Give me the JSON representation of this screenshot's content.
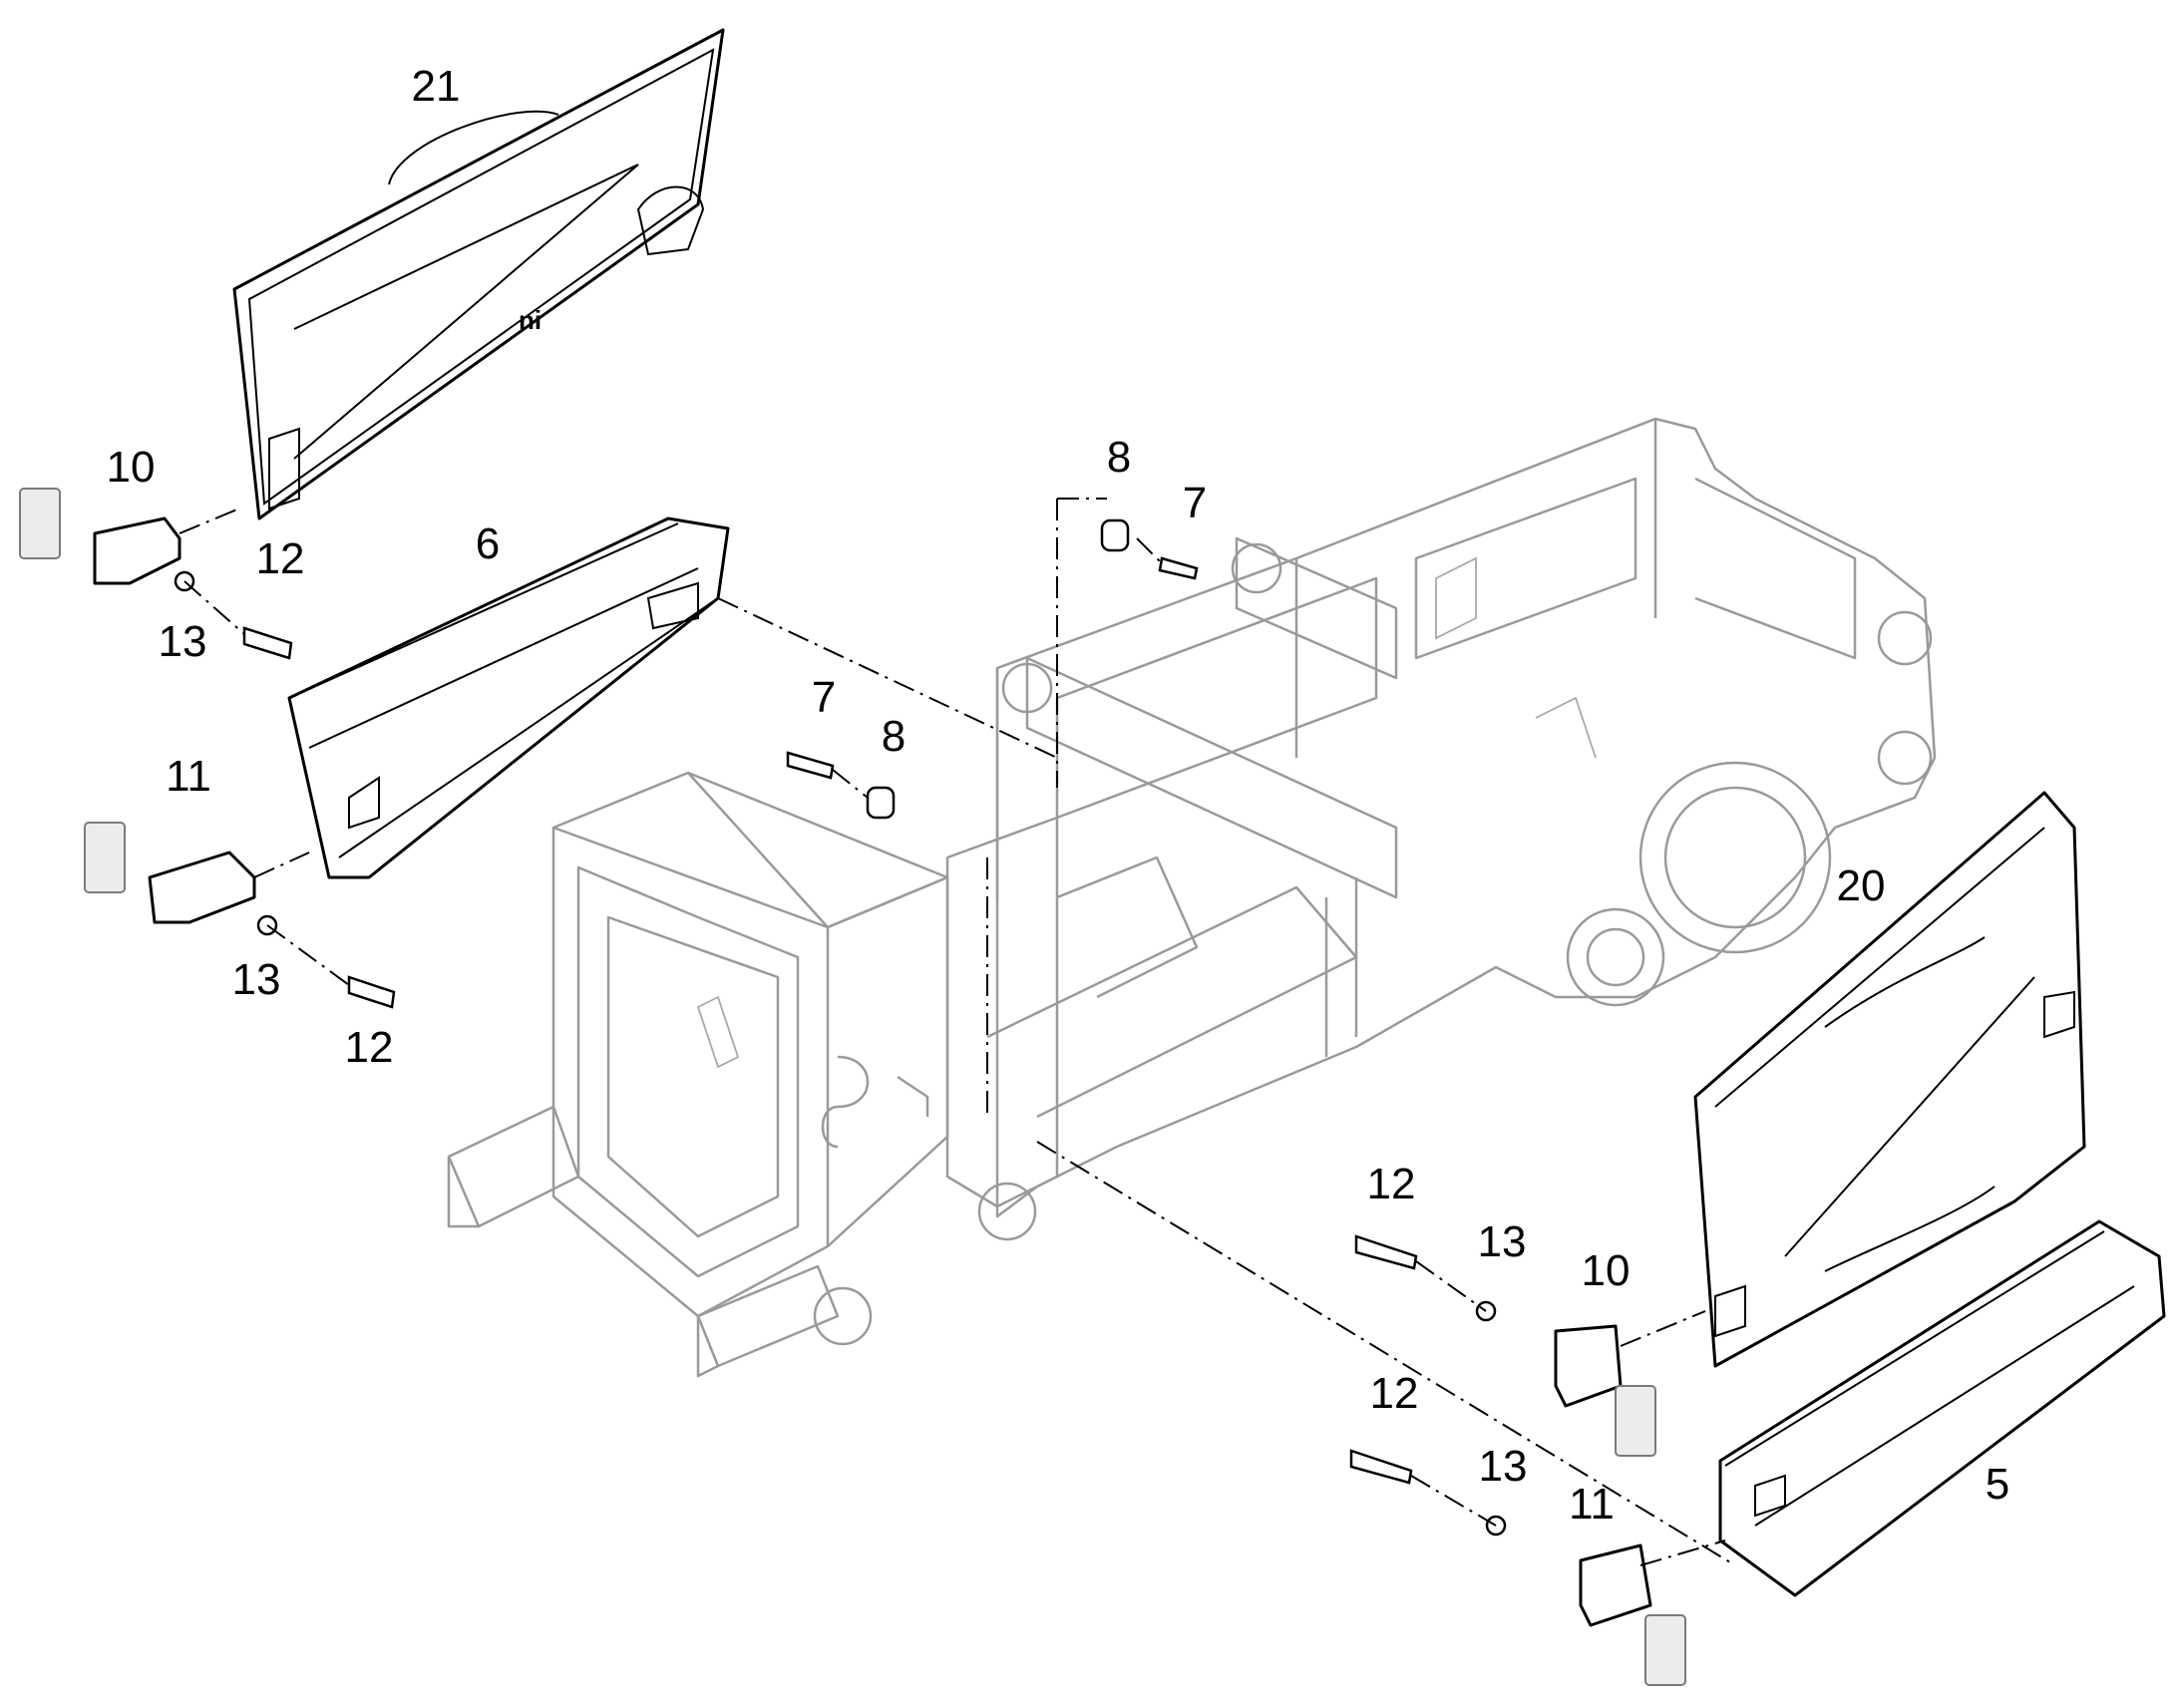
{
  "callouts": [
    {
      "id": "label-21-top",
      "text": "21"
    },
    {
      "id": "label-10-top",
      "text": "10"
    },
    {
      "id": "label-12-top",
      "text": "12"
    },
    {
      "id": "label-6",
      "text": "6"
    },
    {
      "id": "label-13-top",
      "text": "13"
    },
    {
      "id": "label-11-left",
      "text": "11"
    },
    {
      "id": "label-13-left",
      "text": "13"
    },
    {
      "id": "label-12-left",
      "text": "12"
    },
    {
      "id": "label-8-top",
      "text": "8"
    },
    {
      "id": "label-7-top",
      "text": "7"
    },
    {
      "id": "label-7-mid",
      "text": "7"
    },
    {
      "id": "label-8-mid",
      "text": "8"
    },
    {
      "id": "label-20",
      "text": "20"
    },
    {
      "id": "label-12-right-top",
      "text": "12"
    },
    {
      "id": "label-13-right-top",
      "text": "13"
    },
    {
      "id": "label-10-right",
      "text": "10"
    },
    {
      "id": "label-12-right-bottom",
      "text": "12"
    },
    {
      "id": "label-13-right-bottom",
      "text": "13"
    },
    {
      "id": "label-11-right",
      "text": "11"
    },
    {
      "id": "label-5",
      "text": "5"
    }
  ]
}
